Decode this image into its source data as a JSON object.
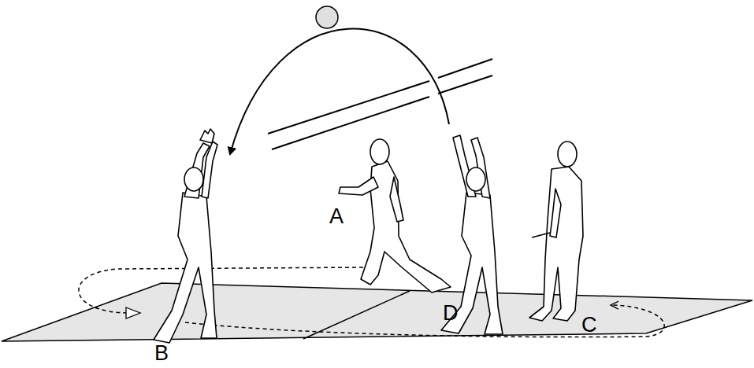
{
  "diagram": {
    "labels": [
      "A",
      "D",
      "C",
      "B"
    ]
  }
}
